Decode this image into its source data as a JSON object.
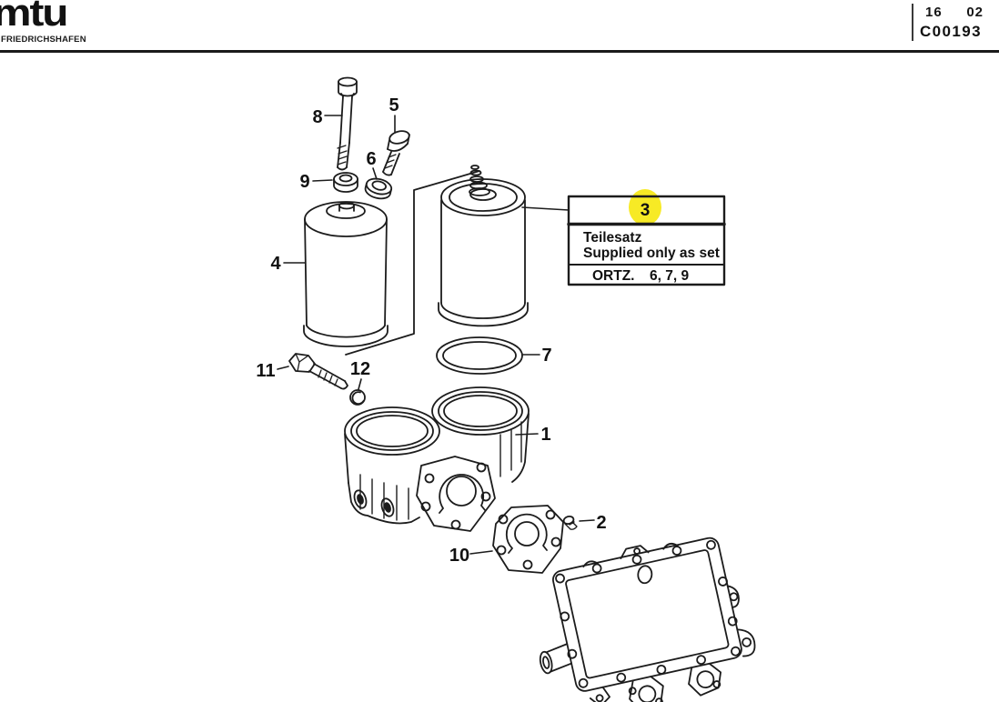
{
  "header": {
    "logo": "mtu",
    "logo_subtitle": "FRIEDRICHSHAFEN",
    "sheet_left": "16",
    "sheet_right": "02",
    "figure_code": "C00193"
  },
  "callout": {
    "number": "3",
    "line_de": "Teilesatz",
    "line_en": "Supplied only as set",
    "ref_label": "ORTZ.",
    "ref_values": "6, 7, 9"
  },
  "parts": {
    "p1": "1",
    "p2": "2",
    "p4": "4",
    "p5": "5",
    "p6": "6",
    "p7": "7",
    "p8": "8",
    "p9": "9",
    "p10": "10",
    "p11": "11",
    "p12": "12"
  },
  "colors": {
    "highlight": "#f7ea25",
    "line": "#1c1c1c",
    "background": "#ffffff"
  }
}
